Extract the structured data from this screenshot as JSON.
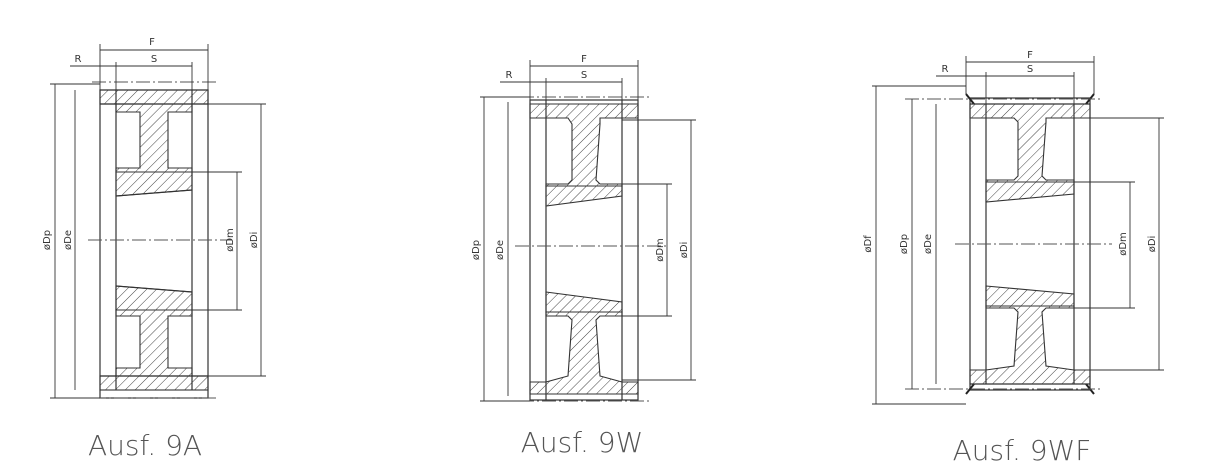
{
  "figures": [
    {
      "id": "9A",
      "caption": "Ausf. 9A",
      "labels": {
        "F": "F",
        "S": "S",
        "R": "R",
        "Dp": "øDp",
        "De": "øDe",
        "Dm": "øDm",
        "Di": "øDi"
      }
    },
    {
      "id": "9W",
      "caption": "Ausf. 9W",
      "labels": {
        "F": "F",
        "S": "S",
        "R": "R",
        "Dp": "øDp",
        "De": "øDe",
        "Dm": "øDm",
        "Di": "øDi"
      }
    },
    {
      "id": "9WF",
      "caption": "Ausf. 9WF",
      "labels": {
        "F": "F",
        "S": "S",
        "R": "R",
        "Df": "øDf",
        "Dp": "øDp",
        "De": "øDe",
        "Dm": "øDm",
        "Di": "øDi"
      }
    }
  ]
}
